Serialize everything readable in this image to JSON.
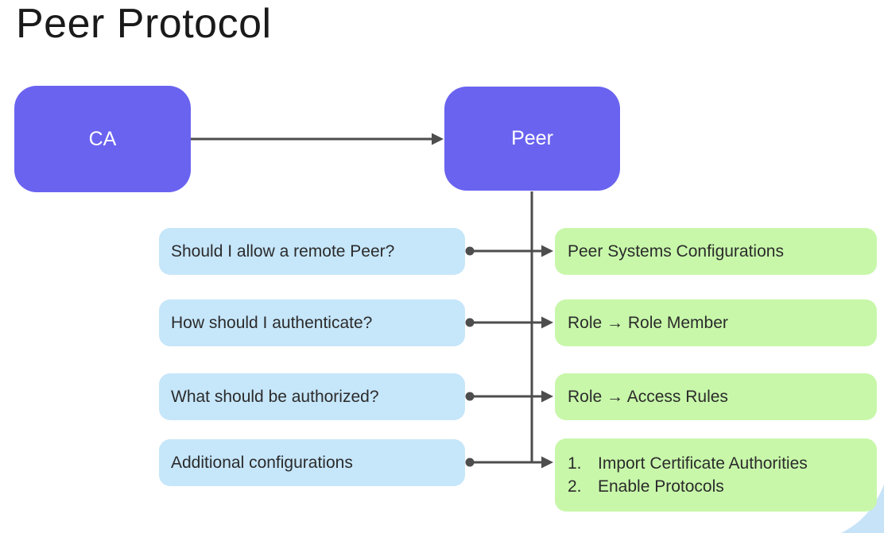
{
  "title": "Peer Protocol",
  "nodes": {
    "ca": "CA",
    "peer": "Peer"
  },
  "rows": [
    {
      "question": "Should I allow a remote Peer?",
      "answer": "Peer Systems Configurations"
    },
    {
      "question": "How should I authenticate?",
      "answer": "Role  →  Role Member"
    },
    {
      "question": "What should be authorized?",
      "answer": "Role  →  Access Rules"
    },
    {
      "question": "Additional configurations",
      "answer_list": [
        {
          "num": "1.",
          "text": "Import Certificate Authorities"
        },
        {
          "num": "2.",
          "text": "Enable Protocols"
        }
      ]
    }
  ],
  "colors": {
    "node_fill": "#6a63f0",
    "question_fill": "#c6e6fa",
    "answer_fill": "#c8f7aa",
    "connector": "#4d4d4d",
    "corner_decoration": "#c7e3f8",
    "title_text": "#1a1a1a",
    "box_text": "#2b2b2b",
    "node_text": "#ffffff"
  }
}
